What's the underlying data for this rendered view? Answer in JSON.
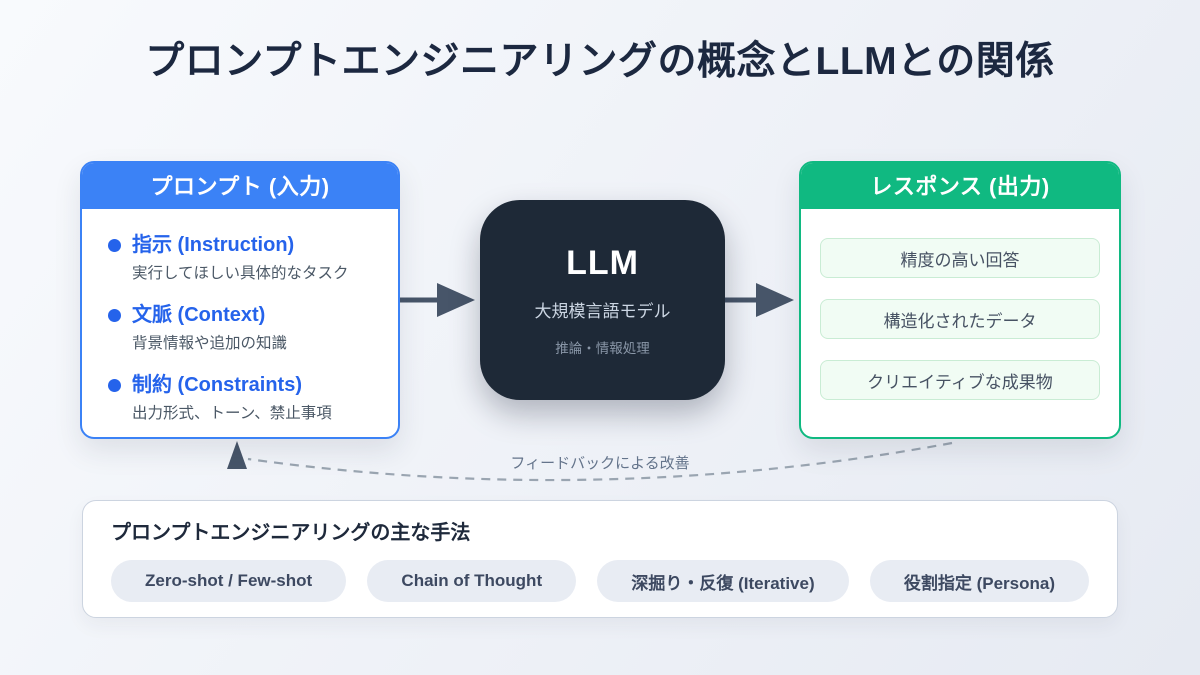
{
  "title": "プロンプトエンジニアリングの概念とLLMとの関係",
  "prompt_box": {
    "header": "プロンプト (入力)",
    "items": [
      {
        "label": "指示 (Instruction)",
        "desc": "実行してほしい具体的なタスク"
      },
      {
        "label": "文脈 (Context)",
        "desc": "背景情報や追加の知識"
      },
      {
        "label": "制約 (Constraints)",
        "desc": "出力形式、トーン、禁止事項"
      }
    ]
  },
  "llm_box": {
    "title": "LLM",
    "subtitle": "大規模言語モデル",
    "caption": "推論・情報処理"
  },
  "response_box": {
    "header": "レスポンス (出力)",
    "items": [
      {
        "label": "精度の高い回答"
      },
      {
        "label": "構造化されたデータ"
      },
      {
        "label": "クリエイティブな成果物"
      }
    ]
  },
  "feedback": {
    "label": "フィードバックによる改善"
  },
  "methods_box": {
    "title": "プロンプトエンジニアリングの主な手法",
    "pills": [
      {
        "label": "Zero-shot / Few-shot"
      },
      {
        "label": "Chain of Thought"
      },
      {
        "label": "深掘り・反復 (Iterative)"
      },
      {
        "label": "役割指定 (Persona)"
      }
    ]
  },
  "colors": {
    "prompt_accent": "#3b82f6",
    "prompt_text": "#2563eb",
    "response_accent": "#10b981",
    "llm_background": "#1e2937",
    "arrow": "#475569",
    "feedback_dash": "#9aa5b1",
    "title_text": "#1c2840"
  }
}
